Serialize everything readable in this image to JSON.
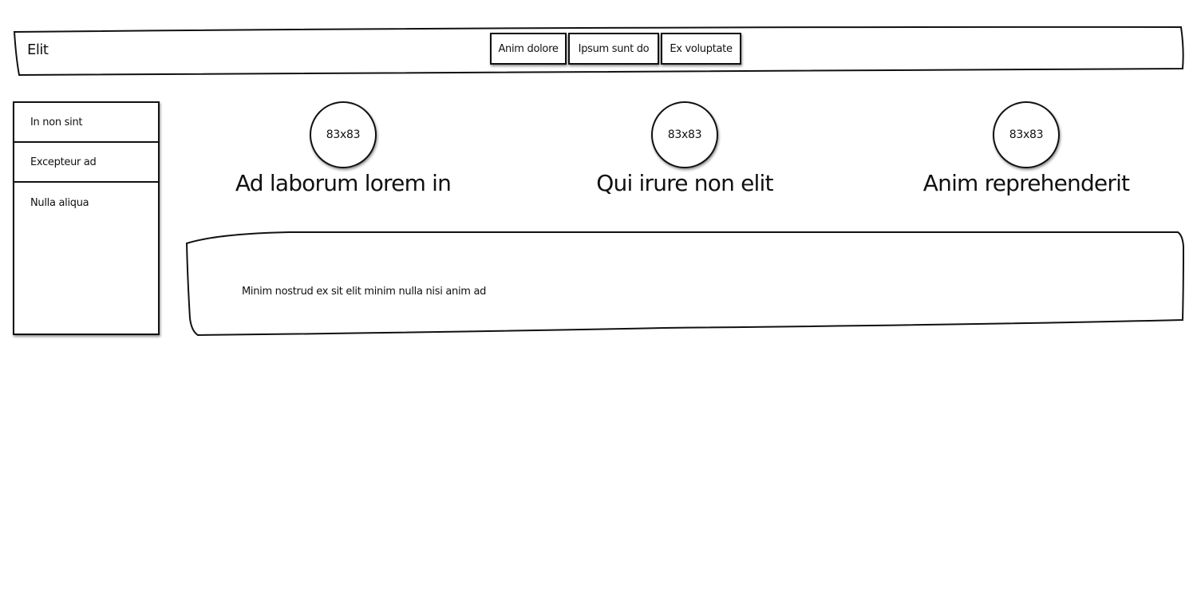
{
  "header": {
    "brand": "Elit",
    "nav": [
      "Anim dolore",
      "Ipsum sunt do",
      "Ex voluptate"
    ]
  },
  "sidebar": {
    "items": [
      "In non sint",
      "Excepteur ad",
      "Nulla aliqua"
    ]
  },
  "features": [
    {
      "image_label": "83x83",
      "title": "Ad laborum lorem in"
    },
    {
      "image_label": "83x83",
      "title": "Qui irure non elit"
    },
    {
      "image_label": "83x83",
      "title": "Anim reprehenderit"
    }
  ],
  "content": {
    "text": "Minim nostrud ex sit elit minim nulla nisi anim ad"
  }
}
